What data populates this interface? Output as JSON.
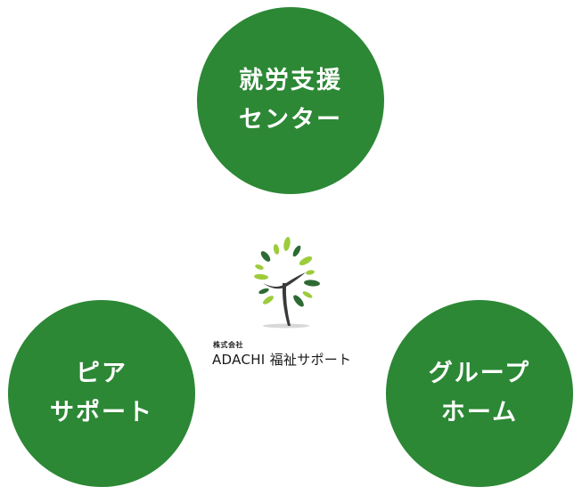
{
  "diagram": {
    "type": "hub-and-spoke",
    "center": {
      "kabushiki_label": "株式会社",
      "company_name": "ADACHI 福祉サポート",
      "logo_icon": "tree-logo-icon"
    },
    "nodes": [
      {
        "id": "top",
        "line1": "就労支援",
        "line2": "センター"
      },
      {
        "id": "left",
        "line1": "ピア",
        "line2": "サポート"
      },
      {
        "id": "right",
        "line1": "グループ",
        "line2": "ホーム"
      }
    ],
    "colors": {
      "circle_fill": "#2c8835",
      "circle_text": "#ffffff",
      "leaf_dark": "#2e6b34",
      "leaf_light": "#9ccc3c",
      "trunk": "#3a3a3a"
    }
  }
}
